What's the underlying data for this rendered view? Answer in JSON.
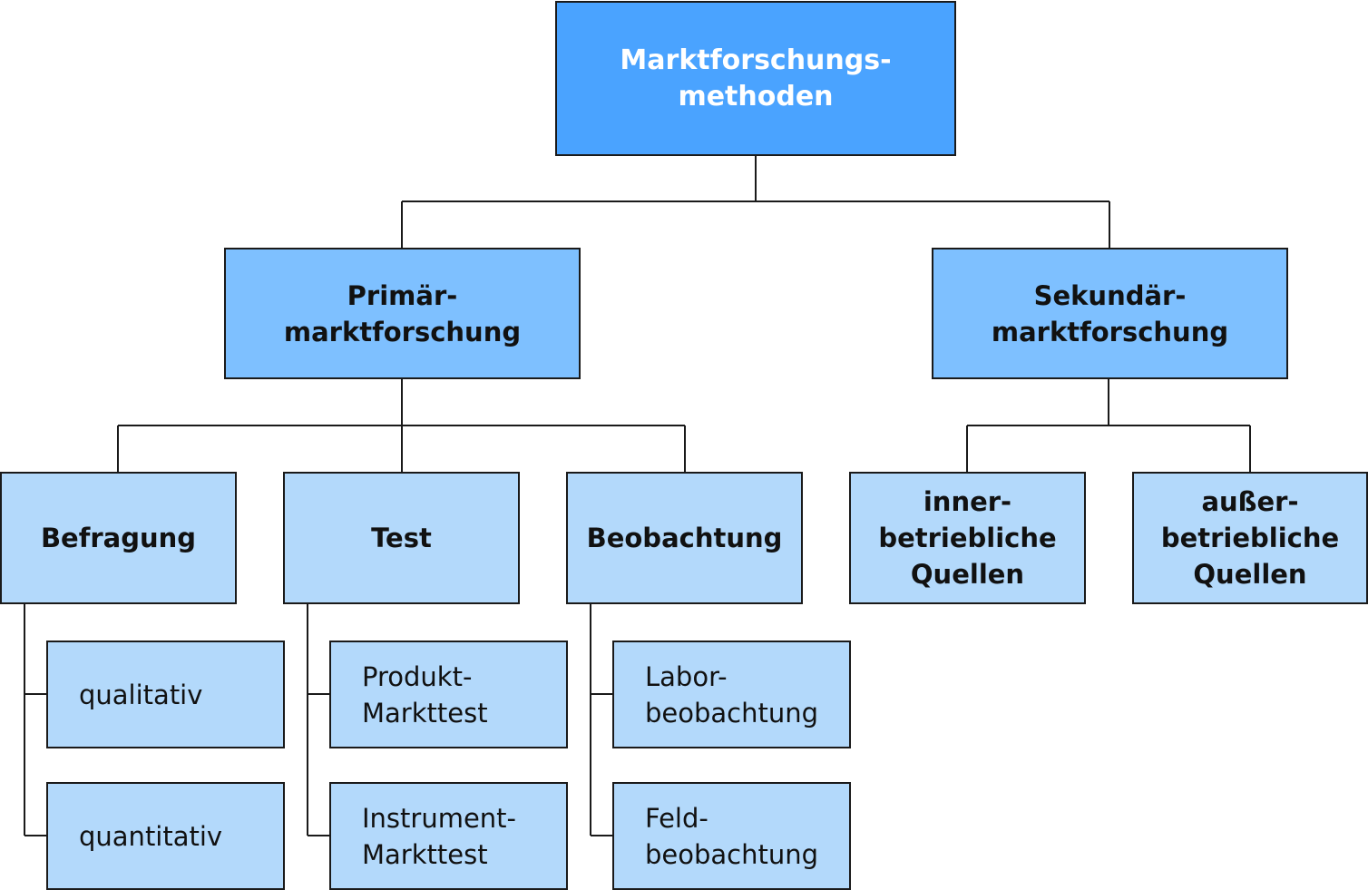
{
  "colors": {
    "root_fill": "#4aa3ff",
    "level1_fill": "#7ec0ff",
    "leaf_fill": "#b3d9fb",
    "line": "#1a1a1a",
    "root_text": "#ffffff",
    "text": "#111111"
  },
  "root": {
    "label": "Marktforschungs-\nmethoden"
  },
  "primary": {
    "label": "Primär-\nmarktforschung",
    "children": {
      "befragung": {
        "label": "Befragung",
        "items": [
          "qualitativ",
          "quantitativ"
        ]
      },
      "test": {
        "label": "Test",
        "items": [
          "Produkt-\nMarkttest",
          "Instrument-\nMarkttest"
        ]
      },
      "beobachtung": {
        "label": "Beobachtung",
        "items": [
          "Labor-\nbeobachtung",
          "Feld-\nbeobachtung"
        ]
      }
    }
  },
  "secondary": {
    "label": "Sekundär-\nmarktforschung",
    "children": {
      "inner": {
        "label": "inner-\nbetriebliche\nQuellen"
      },
      "ausser": {
        "label": "außer-\nbetriebliche\nQuellen"
      }
    }
  }
}
